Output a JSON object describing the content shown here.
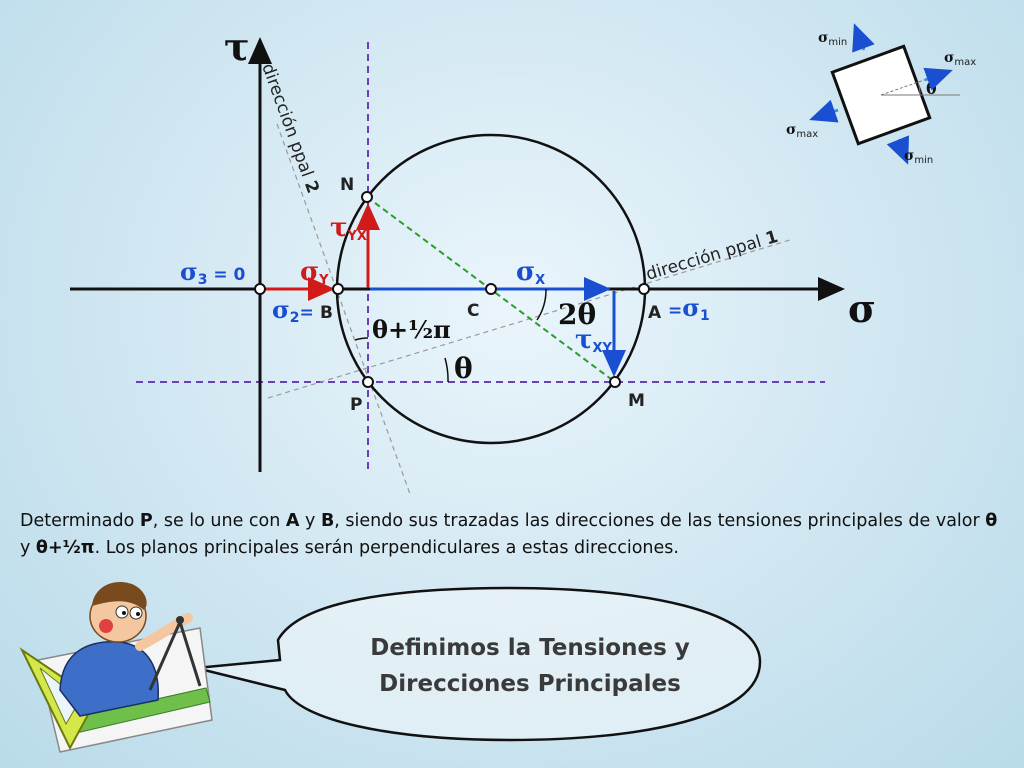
{
  "axes": {
    "tau": "τ",
    "sigma": "σ"
  },
  "directions": {
    "dir2": "dirección ppal",
    "dir2_num": "2",
    "dir1": "dirección ppal",
    "dir1_num": "1"
  },
  "points": {
    "N": "N",
    "B": "B",
    "C": "C",
    "A": "A",
    "P": "P",
    "M": "M"
  },
  "labels": {
    "sigma3_sym": "σ",
    "sigma3_sub": "3",
    "sigma3_val": " = 0",
    "sigma2_sym": "σ",
    "sigma2_sub": "2",
    "sigma2_eq": "=",
    "sigma1_eq": "=",
    "sigma1_sym": "σ",
    "sigma1_sub": "1",
    "sigmaY_sym": "σ",
    "sigmaY_sub": "Y",
    "sigmaX_sym": "σ",
    "sigmaX_sub": "X",
    "tauYX_sym": "τ",
    "tauYX_sub": "YX",
    "tauXY_sym": "τ",
    "tauXY_sub": "XY",
    "two_theta": "2θ",
    "theta": "θ",
    "theta_half_pi": "θ+½π"
  },
  "element": {
    "smin_top_sym": "σ",
    "smin_top_sub": "min",
    "smax_right_sym": "σ",
    "smax_right_sub": "max",
    "theta": "θ",
    "smax_left_sym": "σ",
    "smax_left_sub": "max",
    "smin_bottom_sym": "σ",
    "smin_bottom_sub": "min"
  },
  "caption": {
    "t1": "Determinado ",
    "P": "P",
    "t2": ", se lo une con ",
    "A": "A",
    "t3": " y ",
    "B": "B",
    "t4": ", siendo sus trazadas las direcciones de las tensiones principales de valor ",
    "th1": "θ",
    "t5": " y ",
    "th2": "θ+½π",
    "t6": ". Los planos principales serán perpendiculares a estas direcciones."
  },
  "bubble": {
    "line1": "Definimos la Tensiones y",
    "line2": "Direcciones Principales"
  },
  "colors": {
    "red": "#d11a1a",
    "blue": "#1a4fd1",
    "green": "#2a9d2a",
    "purple": "#6a3fb8",
    "axis": "#111111"
  }
}
